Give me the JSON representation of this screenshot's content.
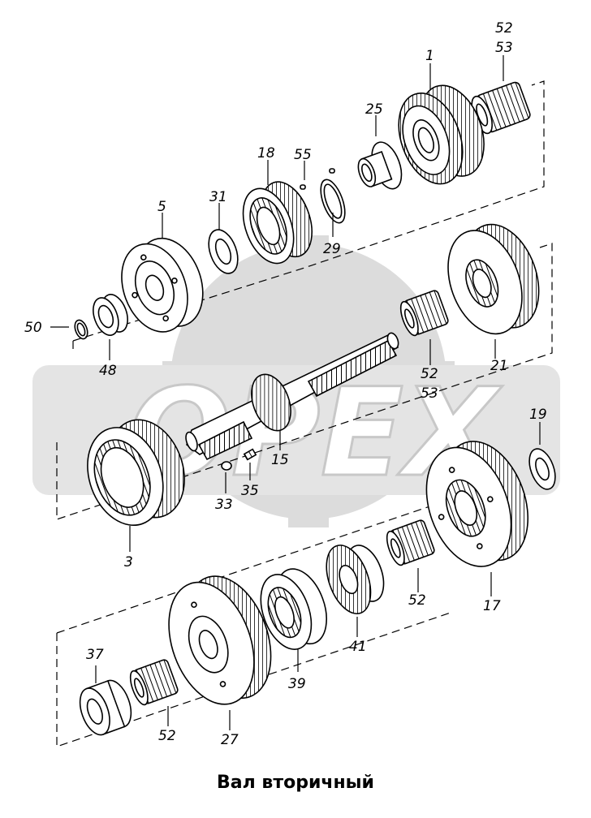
{
  "caption": "Вал вторичный",
  "watermark": {
    "text": "OPEX",
    "color": "#d9d9d9"
  },
  "callouts": {
    "c1": "1",
    "c5253_top_a": "52",
    "c5253_top_b": "53",
    "c25": "25",
    "c18": "18",
    "c55": "55",
    "c31": "31",
    "c5": "5",
    "c29": "29",
    "c50": "50",
    "c48": "48",
    "c21": "21",
    "c5253_mid_a": "52",
    "c5253_mid_b": "53",
    "c15": "15",
    "c3": "3",
    "c33": "33",
    "c35": "35",
    "c19": "19",
    "c17": "17",
    "c52_a": "52",
    "c41": "41",
    "c39": "39",
    "c37": "37",
    "c52_b": "52",
    "c27": "27"
  }
}
